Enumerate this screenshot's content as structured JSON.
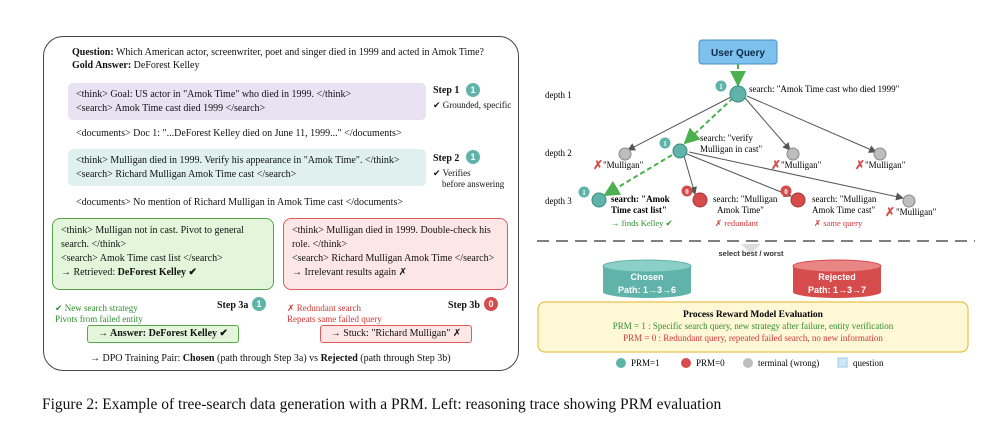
{
  "left": {
    "question_label": "Question:",
    "question_text": " Which American actor, screenwriter, poet and singer died in 1999 and acted in Amok Time?",
    "gold_label": "Gold Answer:",
    "gold_text": " DeForest Kelley",
    "step1": {
      "think": "<think> Goal: US actor in \"Amok Time\" who died in 1999. </think>",
      "search": "<search> Amok Time cast died 1999 </search>",
      "label": "Step 1",
      "badge": "1",
      "note": "✔ Grounded, specific"
    },
    "doc1": "<documents> Doc 1: \"...DeForest Kelley died on June 11, 1999...\" </documents>",
    "step2": {
      "think": "<think> Mulligan died in 1999. Verify his appearance in \"Amok Time\". </think>",
      "search": "<search> Richard Mulligan Amok Time cast </search>",
      "label": "Step 2",
      "badge": "1",
      "note1": "✔ Verifies",
      "note2": "before answering"
    },
    "doc2": "<documents> No mention of Richard Mulligan in Amok Time cast </documents>",
    "step3a": {
      "line1": "<think> Mulligan not in cast. Pivot to general",
      "line2": "search. </think>",
      "line3": "<search> Amok Time cast list </search>",
      "line4_prefix": "→ Retrieved: ",
      "line4_bold": "DeForest Kelley ✔",
      "note1": "✔ New search strategy",
      "note2": "Pivots from failed entity",
      "label": "Step 3a",
      "badge": "1",
      "answer": "→ Answer: DeForest Kelley ✔"
    },
    "step3b": {
      "line1": "<think> Mulligan died in 1999. Double-check his",
      "line2": "role. </think>",
      "line3": "<search> Richard Mulligan Amok Time </search>",
      "line4": "→ Irrelevant results again ✗",
      "note1": "✗ Redundant search",
      "note2": "Repeats same failed query",
      "label": "Step 3b",
      "badge": "0",
      "answer": "→ Stuck: \"Richard Mulligan\" ✗"
    },
    "dpo": {
      "p1": "→ DPO Training Pair: ",
      "chosen": "Chosen",
      "p2": " (path through Step 3a) vs ",
      "rejected": "Rejected",
      "p3": " (path through Step 3b)"
    }
  },
  "right": {
    "user_query": "User Query",
    "depth1": "depth 1",
    "depth2": "depth 2",
    "depth3": "depth 3",
    "root_badge": "1",
    "root_label": "search: \"Amok Time cast who died 1999\"",
    "d2_fail_1": "\"Mulligan\"",
    "d2_mid_badge": "1",
    "d2_mid_label_1": "search: \"verify",
    "d2_mid_label_2": "Mulligan in cast\"",
    "d2_fail_2": "\"Mulligan\"",
    "d2_fail_3": "\"Mulligan\"",
    "d3_a_badge": "1",
    "d3_a_label_1": "search: \"Amok",
    "d3_a_label_2": "Time cast list\"",
    "d3_a_note": "→ finds Kelley ✔",
    "d3_b_badge": "0",
    "d3_b_label_1": "search: \"Mulligan",
    "d3_b_label_2": "Amok Time\"",
    "d3_b_note": "✗ redundant",
    "d3_c_badge": "0",
    "d3_c_label_1": "search: \"Mulligan",
    "d3_c_label_2": "Amok Time cast\"",
    "d3_c_note": "✗ same query",
    "d3_fail": "\"Mulligan\"",
    "select": "select best / worst",
    "chosen_title": "Chosen",
    "chosen_path": "Path: 1→3→6",
    "rejected_title": "Rejected",
    "rejected_path": "Path: 1→3→7",
    "prm_title": "Process Reward Model Evaluation",
    "prm_1": "PRM = 1 : Specific search query, new strategy after failure, entity verification",
    "prm_0": "PRM = 0 : Redundant query, repeated failed search, no new information",
    "legend_prm1": "PRM=1",
    "legend_prm0": "PRM=0",
    "legend_terminal": "terminal (wrong)",
    "legend_question": "question"
  },
  "colors": {
    "teal": "#5fb3a9",
    "red": "#d64c4c",
    "gray": "#bdbdbd",
    "blue": "#7cc0ee",
    "green_arrow": "#4caf50"
  },
  "caption": "Figure 2: Example of tree-search data generation with a PRM. Left: reasoning trace showing PRM evaluation"
}
